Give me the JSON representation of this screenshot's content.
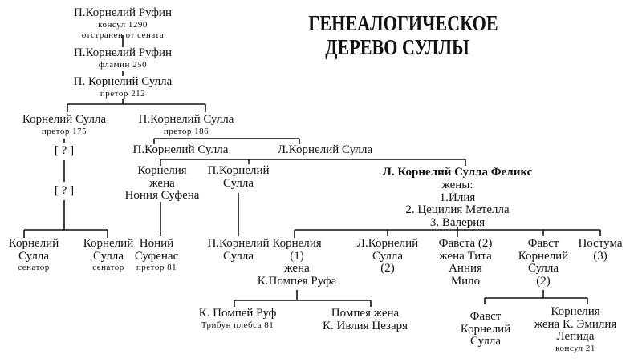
{
  "title": {
    "line1": "ГЕНЕАЛОГИЧЕСКОЕ",
    "line2": "ДЕРЕВО СУЛЛЫ"
  },
  "nodes": {
    "rufin1": [
      {
        "t": "П.Корнелий Руфин",
        "k": "n"
      },
      {
        "t": "консул 1290",
        "k": "s"
      },
      {
        "t": "отстранен от сената",
        "k": "s"
      }
    ],
    "rufin2": [
      {
        "t": "П.Корнелий Руфин",
        "k": "n"
      },
      {
        "t": "фламин 250",
        "k": "s"
      }
    ],
    "sulla212": [
      {
        "t": "П. Корнелий Сулла",
        "k": "n"
      },
      {
        "t": "претор 212",
        "k": "s"
      }
    ],
    "sulla175": [
      {
        "t": "Корнелий Сулла",
        "k": "n"
      },
      {
        "t": "претор 175",
        "k": "s"
      }
    ],
    "sulla186": [
      {
        "t": "П.Корнелий Сулла",
        "k": "n"
      },
      {
        "t": "претор 186",
        "k": "s"
      }
    ],
    "unknown1": [
      {
        "t": "[ ? ]",
        "k": "n"
      }
    ],
    "unknown2": [
      {
        "t": "[ ? ]",
        "k": "n"
      }
    ],
    "psulla": [
      {
        "t": "П.Корнелий Сулла",
        "k": "n"
      }
    ],
    "lsulla": [
      {
        "t": "Л.Корнелий Сулла",
        "k": "n"
      }
    ],
    "cornelia_nonia": [
      {
        "t": "Корнелия",
        "k": "n"
      },
      {
        "t": "жена",
        "k": "n"
      },
      {
        "t": "Нония Суфена",
        "k": "n"
      }
    ],
    "psulla2": [
      {
        "t": "П.Корнелий",
        "k": "n"
      },
      {
        "t": "Сулла",
        "k": "n"
      }
    ],
    "felix": [
      {
        "t": "Л. Корнелий Сулла Феликс",
        "k": "b"
      },
      {
        "t": "жены:",
        "k": "n"
      },
      {
        "t": "1.Илия",
        "k": "n"
      },
      {
        "t": "2. Цецилия Метелла",
        "k": "n"
      },
      {
        "t": "3. Валерия",
        "k": "n"
      }
    ],
    "senator1": [
      {
        "t": "Корнелий",
        "k": "n"
      },
      {
        "t": "Сулла",
        "k": "n"
      },
      {
        "t": "сенатор",
        "k": "s"
      }
    ],
    "senator2": [
      {
        "t": "Корнелий",
        "k": "n"
      },
      {
        "t": "Сулла",
        "k": "n"
      },
      {
        "t": "сенатор",
        "k": "s"
      }
    ],
    "nonius": [
      {
        "t": "Ноний",
        "k": "n"
      },
      {
        "t": "Суфенас",
        "k": "n"
      },
      {
        "t": "претор 81",
        "k": "s"
      }
    ],
    "psulla3": [
      {
        "t": "П.Корнелий",
        "k": "n"
      },
      {
        "t": "Сулла",
        "k": "n"
      }
    ],
    "cornelia1": [
      {
        "t": "Корнелия",
        "k": "n"
      },
      {
        "t": "(1)",
        "k": "n"
      },
      {
        "t": "жена",
        "k": "n"
      },
      {
        "t": "К.Помпея Руфа",
        "k": "n"
      }
    ],
    "lsulla2": [
      {
        "t": "Л.Корнелий",
        "k": "n"
      },
      {
        "t": "Сулла",
        "k": "n"
      },
      {
        "t": "(2)",
        "k": "n"
      }
    ],
    "fausta": [
      {
        "t": "Фавста (2)",
        "k": "n"
      },
      {
        "t": "жена Тита",
        "k": "n"
      },
      {
        "t": "Анния",
        "k": "n"
      },
      {
        "t": "Мило",
        "k": "n"
      }
    ],
    "faustus": [
      {
        "t": "Фавст",
        "k": "n"
      },
      {
        "t": "Корнелий",
        "k": "n"
      },
      {
        "t": "Сулла",
        "k": "n"
      },
      {
        "t": "(2)",
        "k": "n"
      }
    ],
    "postuma": [
      {
        "t": "Постума",
        "k": "n"
      },
      {
        "t": "(3)",
        "k": "n"
      }
    ],
    "pompeius": [
      {
        "t": "К. Помпей Руф",
        "k": "n"
      },
      {
        "t": "Трибун плебса 81",
        "k": "s"
      }
    ],
    "pompeia": [
      {
        "t": "Помпея жена",
        "k": "n"
      },
      {
        "t": "К. Ивлия Цезаря",
        "k": "n"
      }
    ],
    "faustus2": [
      {
        "t": "Фавст",
        "k": "n"
      },
      {
        "t": "Корнелий",
        "k": "n"
      },
      {
        "t": "Сулла",
        "k": "n"
      }
    ],
    "cornelia_lepida": [
      {
        "t": "Корнелия",
        "k": "n"
      },
      {
        "t": "жена К. Эмилия",
        "k": "n"
      },
      {
        "t": "Лепида",
        "k": "n"
      },
      {
        "t": "консул 21",
        "k": "s"
      }
    ]
  }
}
